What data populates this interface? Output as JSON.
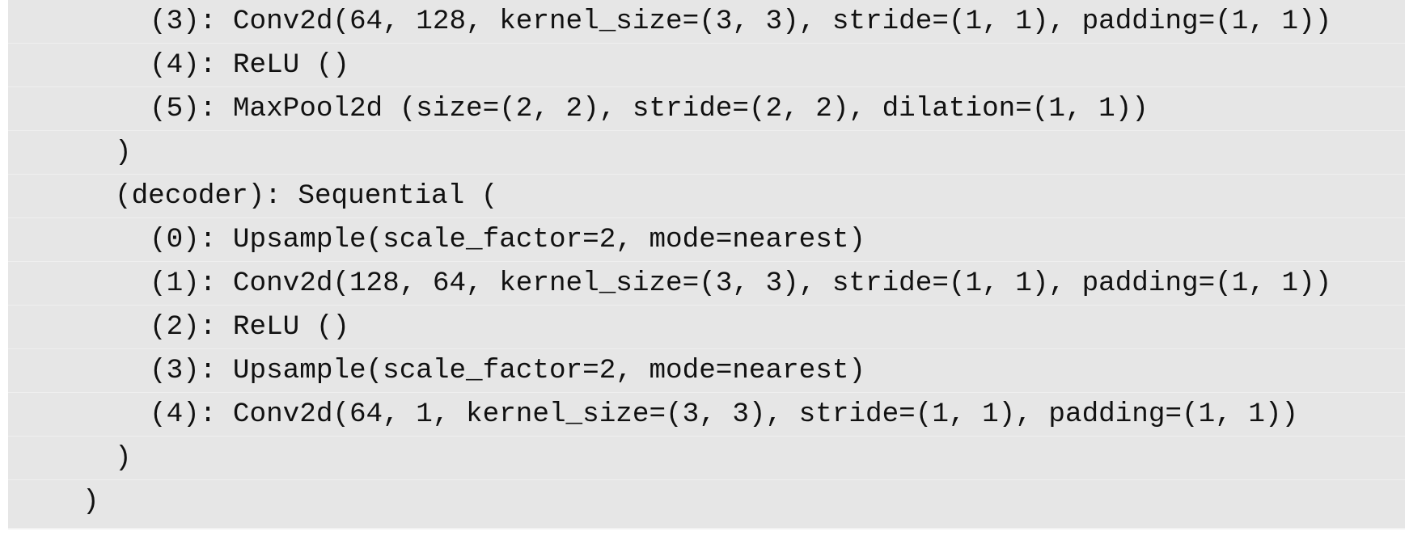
{
  "code": {
    "lines": [
      "(3): Conv2d(64, 128, kernel_size=(3, 3), stride=(1, 1), padding=(1, 1))",
      "(4): ReLU ()",
      "(5): MaxPool2d (size=(2, 2), stride=(2, 2), dilation=(1, 1))",
      ")",
      "(decoder): Sequential (",
      "(0): Upsample(scale_factor=2, mode=nearest)",
      "(1): Conv2d(128, 64, kernel_size=(3, 3), stride=(1, 1), padding=(1, 1))",
      "(2): ReLU ()",
      "(3): Upsample(scale_factor=2, mode=nearest)",
      "(4): Conv2d(64, 1, kernel_size=(3, 3), stride=(1, 1), padding=(1, 1))",
      ")",
      ")"
    ]
  }
}
